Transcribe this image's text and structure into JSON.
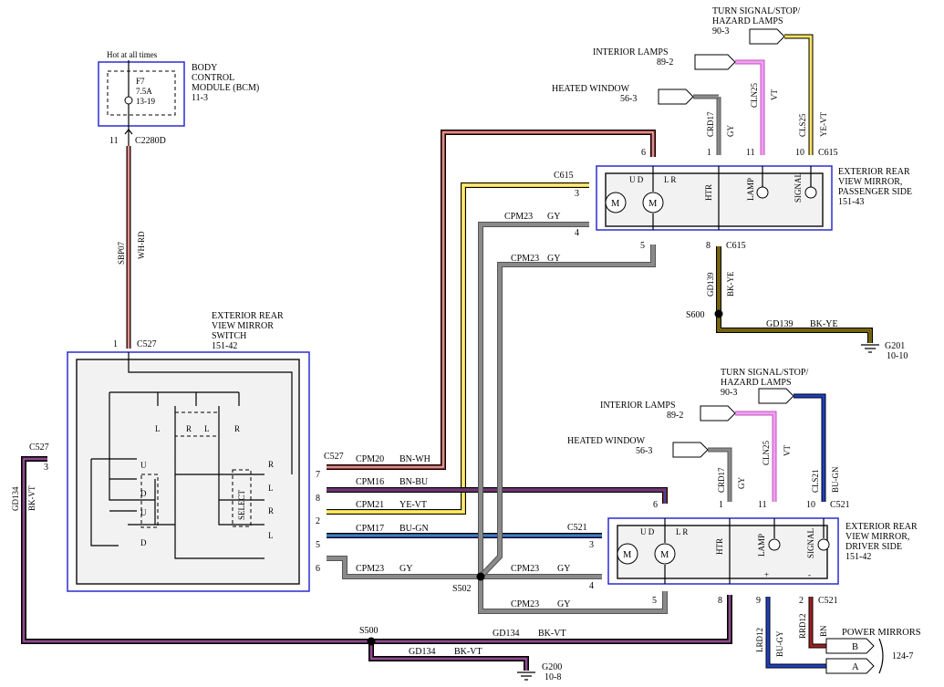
{
  "colors": {
    "wh_rd": "#b33030",
    "bn_wh": "#9a2a2a",
    "bn_bu": "#7a2a3a",
    "ye_vt": "#f2d21c",
    "bu_gn": "#1f3fc4",
    "gy": "#8a8a8a",
    "vt": "#e07ae0",
    "bk_ye": "#e8c51a",
    "bk_vt": "#3a1a3a",
    "bn": "#a02020",
    "bu_gy": "#1f3fc4",
    "outline": "#2b2bd0"
  },
  "bcm": {
    "header": "Hot at all times",
    "title_lines": [
      "BODY",
      "CONTROL",
      "MODULE (BCM)",
      "11-3"
    ],
    "fuse_lines": [
      "F7",
      "7.5A",
      "13-19"
    ],
    "pin": "11",
    "connector": "C2280D"
  },
  "wire_sbp07": {
    "circuit": "SBP07",
    "color": "WH-RD"
  },
  "switch": {
    "title_lines": [
      "EXTERIOR REAR",
      "VIEW MIRROR",
      "SWITCH",
      "151-42"
    ],
    "top_pin": "1",
    "top_connector": "C527",
    "contact_labels": [
      "L",
      "R",
      "L",
      "R"
    ],
    "left_labels": [
      "U",
      "D",
      "U",
      "D"
    ],
    "select_label": "SELECT",
    "right_labels": [
      "R",
      "L",
      "R",
      "L"
    ],
    "pins": [
      "7",
      "8",
      "2",
      "5",
      "6"
    ],
    "connector": "C527"
  },
  "left_ground": {
    "connector": "C527",
    "pin": "3",
    "circuit": "GD134",
    "color": "BK-VT"
  },
  "harness": {
    "cpm20": {
      "circuit": "CPM20",
      "color": "BN-WH"
    },
    "cpm16": {
      "circuit": "CPM16",
      "color": "BN-BU"
    },
    "cpm21": {
      "circuit": "CPM21",
      "color": "YE-VT"
    },
    "cpm17": {
      "circuit": "CPM17",
      "color": "BU-GN"
    },
    "cpm23": {
      "circuit": "CPM23",
      "color": "GY"
    }
  },
  "splices": {
    "s502": "S502",
    "s500": "S500",
    "s600": "S600"
  },
  "passenger_mirror": {
    "title_lines": [
      "EXTERIOR REAR",
      "VIEW MIRROR,",
      "PASSENGER SIDE",
      "151-43"
    ],
    "connector": "C615",
    "top_pins": [
      "6",
      "1",
      "11",
      "10"
    ],
    "left_pins": [
      "3",
      "4"
    ],
    "bottom_pins": [
      "5",
      "8"
    ],
    "motor_labels": [
      "M",
      "M"
    ],
    "motor_ud": "U D",
    "motor_lr": "L R",
    "htr": "HTR",
    "lamp": "LAMP",
    "signal": "SIGNAL",
    "feeds": [
      {
        "title_lines": [
          "TURN SIGNAL/STOP/",
          "HAZARD LAMPS",
          "90-3"
        ]
      },
      {
        "title_lines": [
          "INTERIOR LAMPS",
          "89-2"
        ]
      },
      {
        "title_lines": [
          "HEATED WINDOW",
          "56-3"
        ]
      }
    ],
    "wires": {
      "crd17": {
        "circuit": "CRD17",
        "color": "GY"
      },
      "cln25": {
        "circuit": "CLN25",
        "color": "VT"
      },
      "cls25": {
        "circuit": "CLS25",
        "color": "YE-VT"
      },
      "gd139": {
        "circuit": "GD139",
        "color": "BK-YE"
      }
    },
    "ground": {
      "name": "G201",
      "ref": "10-10"
    }
  },
  "driver_mirror": {
    "title_lines": [
      "EXTERIOR REAR",
      "VIEW MIRROR,",
      "DRIVER SIDE",
      "151-42"
    ],
    "connector": "C521",
    "top_pins": [
      "6",
      "1",
      "11",
      "10"
    ],
    "left_pins": [
      "3",
      "4"
    ],
    "bottom_pins": [
      "5",
      "8",
      "9",
      "2"
    ],
    "motor_labels": [
      "M",
      "M"
    ],
    "motor_ud": "U D",
    "motor_lr": "L R",
    "htr": "HTR",
    "lamp": "LAMP",
    "signal": "SIGNAL",
    "plus": "+",
    "minus": "-",
    "feeds": [
      {
        "title_lines": [
          "TURN SIGNAL/STOP/",
          "HAZARD LAMPS",
          "90-3"
        ]
      },
      {
        "title_lines": [
          "INTERIOR LAMPS",
          "89-2"
        ]
      },
      {
        "title_lines": [
          "HEATED WINDOW",
          "56-3"
        ]
      }
    ],
    "wires": {
      "crd17": {
        "circuit": "CRD17",
        "color": "GY"
      },
      "cln25": {
        "circuit": "CLN25",
        "color": "VT"
      },
      "cls21": {
        "circuit": "CLS21",
        "color": "BU-GN"
      },
      "lrd12": {
        "circuit": "LRD12",
        "color": "BU-GY"
      },
      "rrd12": {
        "circuit": "RRD12",
        "color": "BN"
      }
    }
  },
  "power_mirrors": {
    "title": "POWER MIRRORS",
    "ref": "124-7",
    "tags": [
      "B",
      "A"
    ]
  },
  "bottom_ground": {
    "circuit": "GD134",
    "color": "BK-VT",
    "name": "G200",
    "ref": "10-8"
  }
}
